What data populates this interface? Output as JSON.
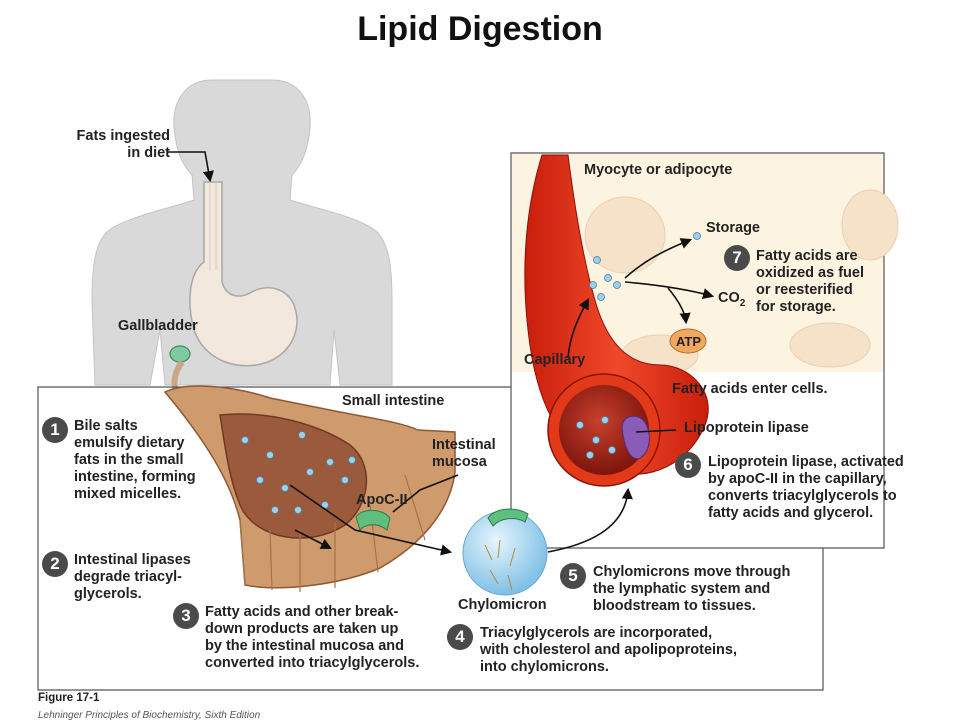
{
  "title": "Lipid Digestion",
  "labels": {
    "fats_ingested": "Fats ingested\nin diet",
    "gallbladder": "Gallbladder",
    "small_intestine": "Small intestine",
    "intestinal_mucosa": "Intestinal\nmucosa",
    "apoc2": "ApoC-II",
    "chylomicron": "Chylomicron",
    "capillary": "Capillary",
    "myocyte": "Myocyte or adipocyte",
    "storage": "Storage",
    "co2": "CO",
    "co2_sub": "2",
    "atp": "ATP",
    "fatty_enter": "Fatty acids enter cells.",
    "lipoprotein_lipase": "Lipoprotein lipase"
  },
  "steps": [
    {
      "num": "1",
      "text": "Bile salts\nemulsify dietary\nfats in the small\nintestine, forming\nmixed micelles."
    },
    {
      "num": "2",
      "text": "Intestinal lipases\ndegrade triacyl-\nglycerols."
    },
    {
      "num": "3",
      "text": "Fatty acids and other break-\ndown products are taken up\nby the intestinal mucosa and\nconverted into triacylglycerols."
    },
    {
      "num": "4",
      "text": "Triacylglycerols are incorporated,\nwith cholesterol and apolipoproteins,\ninto chylomicrons."
    },
    {
      "num": "5",
      "text": "Chylomicrons move through\nthe lymphatic system and\nbloodstream to tissues."
    },
    {
      "num": "6",
      "text": "Lipoprotein lipase, activated\nby apoC-II in the capillary,\nconverts triacylglycerols to\nfatty acids and glycerol."
    },
    {
      "num": "7",
      "text": "Fatty acids are\noxidized as fuel\nor reesterified\nfor storage."
    }
  ],
  "figure_number": "Figure 17-1",
  "figure_credit": "Lehninger Principles of Biochemistry, Sixth Edition",
  "colors": {
    "body": "#d9d9d9",
    "digestive_tract": "#f3e8dd",
    "intestine": "#cf9a6c",
    "intestine_inner": "#9b5a3c",
    "capillary": "#e23a18",
    "capillary_dark": "#a8150a",
    "cell_background": "#fdf3e1",
    "micelle": "#9fcfe8",
    "chylomicron": "#a9d8f2",
    "apoc2": "#5fbf7f",
    "lipase": "#8a5cb8",
    "atp": "#f0a860",
    "number_circle": "#4a4a4a"
  }
}
